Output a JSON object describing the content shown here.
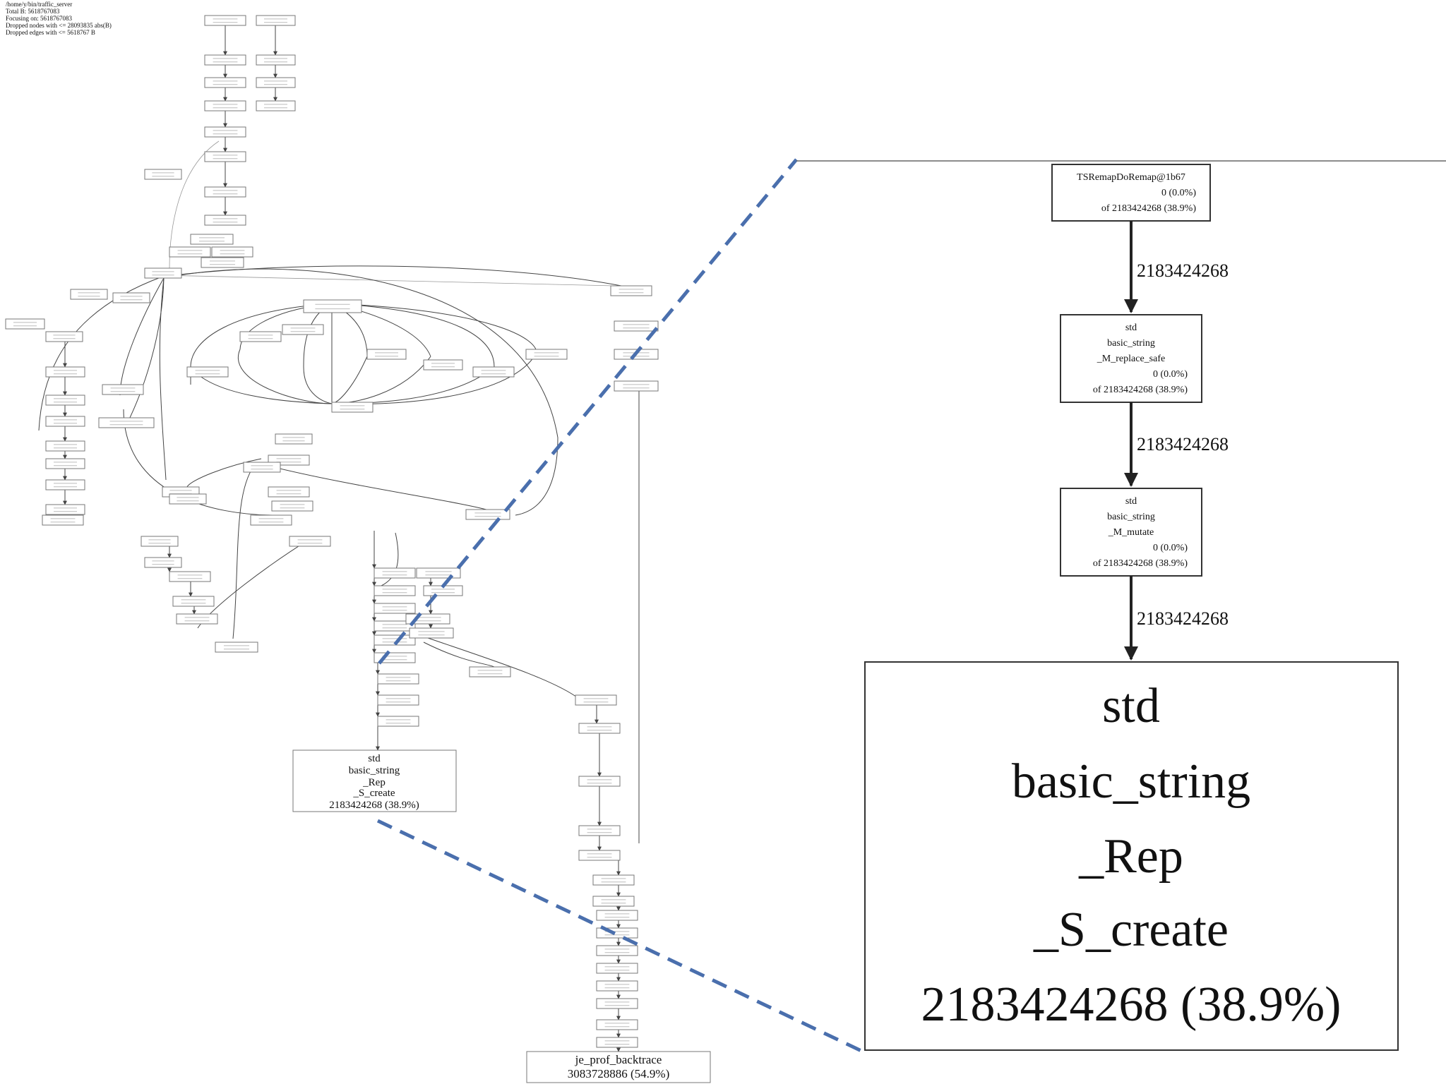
{
  "header": {
    "lines": [
      "/home/y/bin/traffic_server",
      "Total B: 5618767083",
      "Focusing on: 5618767083",
      "Dropped nodes with <= 28093835 abs(B)",
      "Dropped edges with <= 5618767 B"
    ]
  },
  "overview": {
    "focus_node": {
      "lines": [
        "std",
        "basic_string",
        "_Rep",
        "_S_create",
        "2183424268 (38.9%)"
      ]
    },
    "root_node": {
      "lines": [
        "je_prof_backtrace",
        "3083728886 (54.9%)"
      ]
    }
  },
  "zoom": {
    "nodes": [
      {
        "lines": [
          "TSRemapDoRemap@1b67",
          "0 (0.0%)",
          "of 2183424268 (38.9%)"
        ]
      },
      {
        "lines": [
          "std",
          "basic_string",
          "_M_replace_safe",
          "0 (0.0%)",
          "of 2183424268 (38.9%)"
        ]
      },
      {
        "lines": [
          "std",
          "basic_string",
          "_M_mutate",
          "0 (0.0%)",
          "of 2183424268 (38.9%)"
        ]
      }
    ],
    "edges": [
      "2183424268",
      "2183424268",
      "2183424268"
    ],
    "big_node": {
      "lines": [
        "std",
        "basic_string",
        "_Rep",
        "_S_create",
        "2183424268 (38.9%)"
      ]
    }
  }
}
